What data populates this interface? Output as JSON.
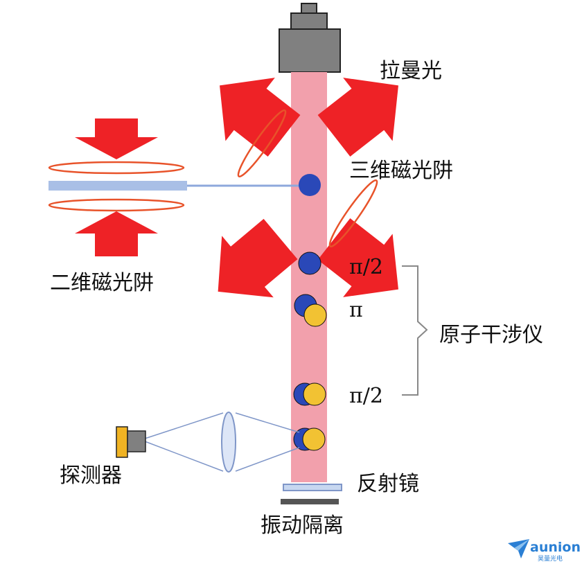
{
  "labels": {
    "raman_light": "拉曼光",
    "mot_3d": "三维磁光阱",
    "mot_2d": "二维磁光阱",
    "pulse_1": "π/2",
    "pulse_2": "π",
    "pulse_3": "π/2",
    "interferometer": "原子干涉仪",
    "detector": "探测器",
    "mirror": "反射镜",
    "vibration_isolation": "振动隔离"
  },
  "logo": {
    "name": "aunion",
    "subtitle": "昊量光电"
  },
  "colors": {
    "beam": "#f2a0ac",
    "arrow": "#ee2226",
    "coil": "#e8532a",
    "atom_blue": "#2a48b8",
    "atom_yellow": "#f2c233",
    "pipe": "#a9bfe6",
    "laser_body": "#808080",
    "detector_yellow": "#f0b323",
    "logo": "#2a7fd4"
  }
}
